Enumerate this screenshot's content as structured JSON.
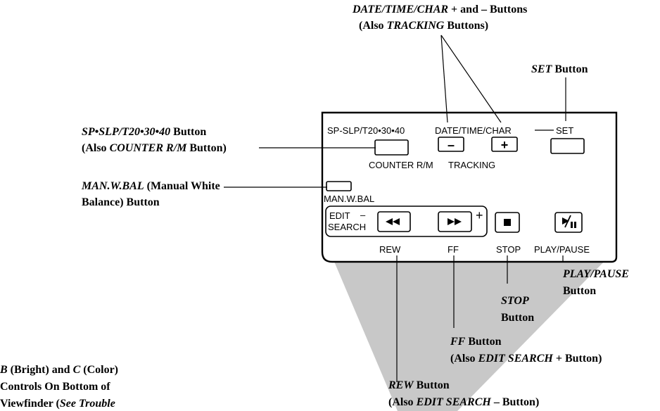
{
  "panel": {
    "sp_slp_label": "SP-SLP/T20•30•40",
    "date_time_char_label": "DATE/TIME/CHAR",
    "set_label": "SET",
    "counter_rm_label": "COUNTER R/M",
    "tracking_label": "TRACKING",
    "man_w_bal_label": "MAN.W.BAL",
    "edit_label": "EDIT",
    "search_label": "SEARCH",
    "minus_label": "–",
    "plus_label": "+",
    "rew_label": "REW",
    "ff_label": "FF",
    "stop_label": "STOP",
    "play_pause_label": "PLAY/PAUSE",
    "minus_button_glyph": "–",
    "plus_button_glyph": "+"
  },
  "callouts": {
    "date_time_char": {
      "italic": "DATE/TIME/CHAR",
      "plain": " + and – Buttons"
    },
    "tracking": {
      "open": "(Also ",
      "italic": "TRACKING",
      "close": " Buttons)"
    },
    "set": {
      "italic": "SET",
      "plain": " Button"
    },
    "sp_slp": {
      "italic": "SP•SLP/T20•30•40",
      "plain": " Button"
    },
    "counter": {
      "open": "(Also ",
      "italic": "COUNTER R/M",
      "close": " Button)"
    },
    "man_w_bal_1": {
      "italic": "MAN.W.BAL",
      "plain": " (Manual White"
    },
    "man_w_bal_2": "Balance) Button",
    "play_pause_1": "PLAY/PAUSE",
    "play_pause_2": "Button",
    "stop_1": "STOP",
    "stop_2": "Button",
    "ff_1": {
      "italic": "FF",
      "plain": " Button"
    },
    "ff_2": {
      "open": "(Also ",
      "italic": "EDIT SEARCH",
      "close": " + Button)"
    },
    "rew_1": {
      "italic": "REW",
      "plain": " Button"
    },
    "rew_2": {
      "open": "(Also ",
      "italic": "EDIT SEARCH",
      "close": " – Button)"
    },
    "bc_1": {
      "i1": "B",
      "p1": " (Bright) and ",
      "i2": "C",
      "p2": " (Color)"
    },
    "bc_2": "Controls On Bottom of",
    "bc_3": {
      "plain": "Viewfinder (",
      "italic": "See Trouble"
    }
  },
  "icons": [
    "rewind-icon",
    "fast-forward-icon",
    "stop-icon",
    "play-pause-icon"
  ],
  "colors": {
    "viewfinder_shade": "#c8c8c8",
    "line": "#000000"
  }
}
